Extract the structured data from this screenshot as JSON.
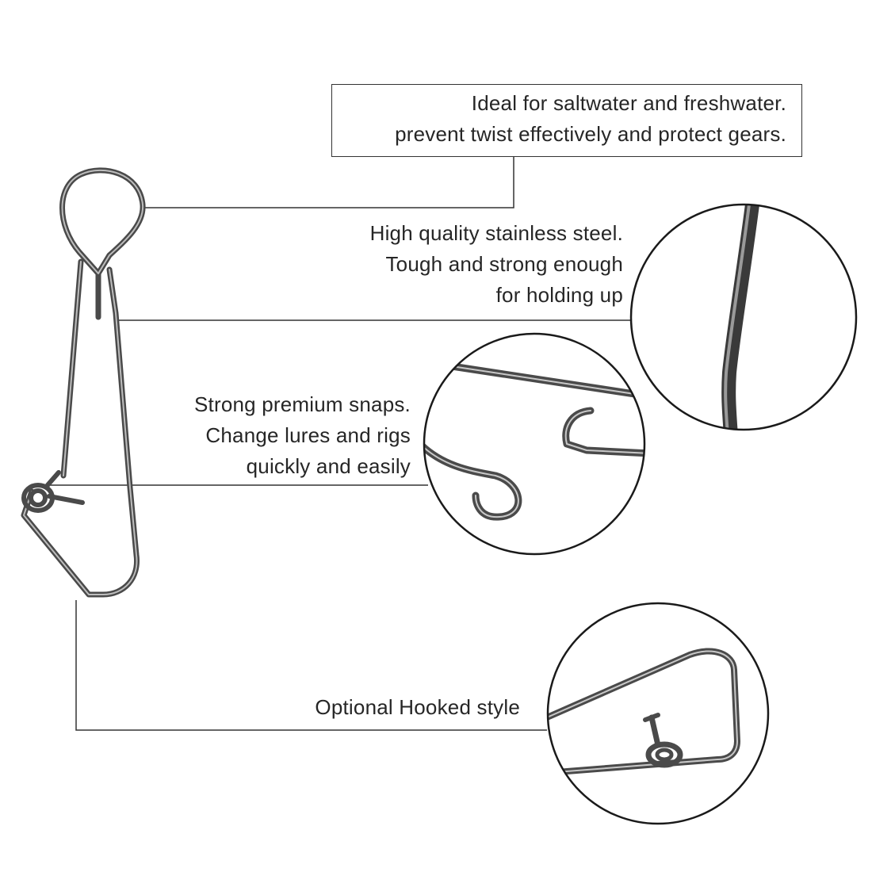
{
  "features": [
    {
      "id": "saltwater",
      "lines": [
        "Ideal for saltwater and freshwater.",
        "prevent twist effectively and protect gears."
      ]
    },
    {
      "id": "steel",
      "lines": [
        "High quality stainless steel.",
        "Tough and strong enough",
        "for holding up"
      ]
    },
    {
      "id": "snaps",
      "lines": [
        "Strong premium snaps.",
        "Change lures and rigs",
        "quickly and easily"
      ]
    },
    {
      "id": "hooked",
      "lines": [
        "Optional Hooked style"
      ]
    }
  ],
  "colors": {
    "text": "#262626",
    "leader_line": "#333333",
    "wire": "#4a4a4a",
    "wire_highlight": "#bdbdbd",
    "circle_border": "#1a1a1a"
  }
}
